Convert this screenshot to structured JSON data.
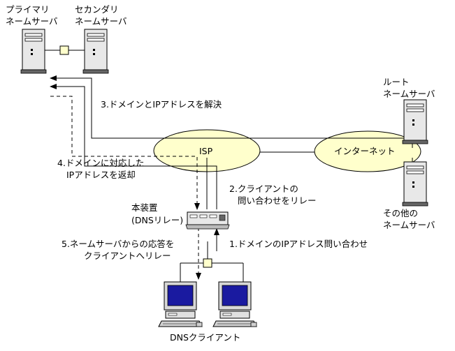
{
  "labels": {
    "primary_line1": "プライマリ",
    "primary_line2": "ネームサーバ",
    "secondary_line1": "セカンダリ",
    "secondary_line2": "ネームサーバ",
    "root_line1": "ルート",
    "root_line2": "ネームサーバ",
    "other_line1": "その他の",
    "other_line2": "ネームサーバ",
    "isp": "ISP",
    "internet": "インターネット",
    "device_line1": "本装置",
    "device_line2": "(DNSリレー)",
    "clients": "DNSクライアント"
  },
  "steps": {
    "step1": "1.ドメインのIPアドレス問い合わせ",
    "step2_line1": "2.クライアントの",
    "step2_line2": "問い合わせをリレー",
    "step3": "3.ドメインとIPアドレスを解決",
    "step4_line1": "4.ドメインに対応した",
    "step4_line2": "IPアドレスを返却",
    "step5_line1": "5.ネームサーバからの応答を",
    "step5_line2": "クライアントへリレー"
  },
  "colors": {
    "oval_fill": "#ffffcc",
    "connector_fill": "#ffffcc",
    "monitor_screen": "#1a1aa0",
    "server_body": "#e8e8e8"
  }
}
